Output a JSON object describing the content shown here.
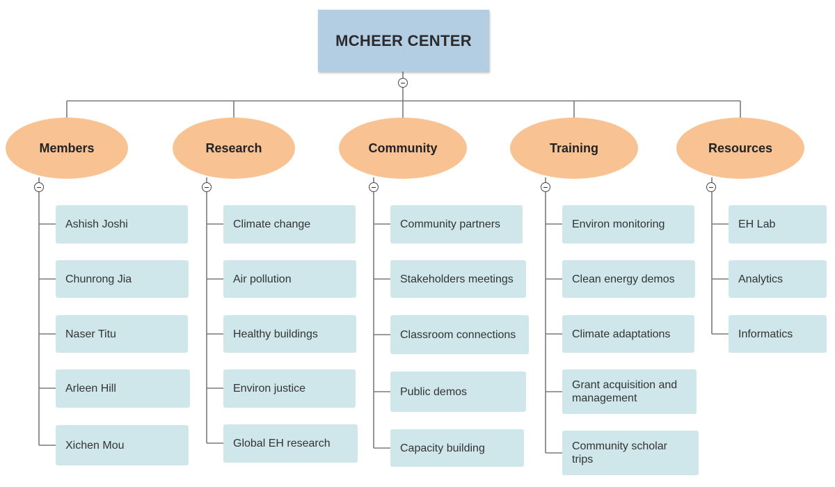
{
  "diagram": {
    "type": "org-chart",
    "root": {
      "label": "MCHEER CENTER",
      "color": "#b3cde3",
      "collapse_icon": "minus-circle-icon"
    },
    "categories": [
      {
        "label": "Members",
        "color": "#f9c293",
        "collapse_icon": "minus-circle-icon",
        "items": [
          "Ashish Joshi",
          "Chunrong Jia",
          "Naser Titu",
          "Arleen Hill",
          "Xichen Mou"
        ]
      },
      {
        "label": "Research",
        "color": "#f9c293",
        "collapse_icon": "minus-circle-icon",
        "items": [
          "Climate change",
          "Air pollution",
          "Healthy buildings",
          "Environ justice",
          "Global EH research"
        ]
      },
      {
        "label": "Community",
        "color": "#f9c293",
        "collapse_icon": "minus-circle-icon",
        "items": [
          "Community partners",
          "Stakeholders meetings",
          "Classroom connections",
          "Public demos",
          "Capacity building"
        ]
      },
      {
        "label": "Training",
        "color": "#f9c293",
        "collapse_icon": "minus-circle-icon",
        "items": [
          "Environ monitoring",
          "Clean energy demos",
          "Climate adaptations",
          "Grant acquisition and management",
          "Community scholar trips"
        ]
      },
      {
        "label": "Resources",
        "color": "#f9c293",
        "collapse_icon": "minus-circle-icon",
        "items": [
          "EH Lab",
          "Analytics",
          "Informatics"
        ]
      }
    ],
    "leaf_color": "#cfe7ea",
    "line_color": "#7a7a7a"
  }
}
